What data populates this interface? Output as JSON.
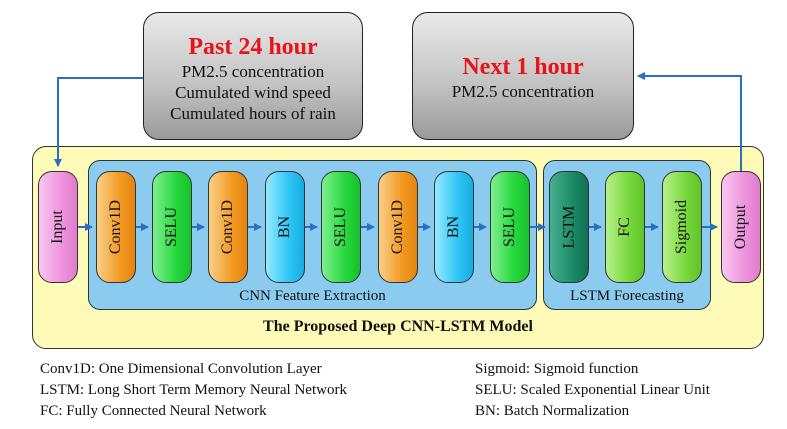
{
  "input_box": {
    "title": "Past 24 hour",
    "lines": [
      "PM2.5 concentration",
      "Cumulated wind speed",
      "Cumulated hours of rain"
    ]
  },
  "output_box": {
    "title": "Next 1 hour",
    "lines": [
      "PM2.5 concentration"
    ]
  },
  "model": {
    "title": "The Proposed Deep CNN-LSTM Model",
    "cnn_region_label": "CNN Feature Extraction",
    "lstm_region_label": "LSTM Forecasting",
    "layers": [
      {
        "label": "Input",
        "kind": "io"
      },
      {
        "label": "Conv1D",
        "kind": "conv"
      },
      {
        "label": "SELU",
        "kind": "selu"
      },
      {
        "label": "Conv1D",
        "kind": "conv"
      },
      {
        "label": "BN",
        "kind": "bn"
      },
      {
        "label": "SELU",
        "kind": "selu"
      },
      {
        "label": "Conv1D",
        "kind": "conv"
      },
      {
        "label": "BN",
        "kind": "bn"
      },
      {
        "label": "SELU",
        "kind": "selu"
      },
      {
        "label": "LSTM",
        "kind": "lstm"
      },
      {
        "label": "FC",
        "kind": "fc"
      },
      {
        "label": "Sigmoid",
        "kind": "fc"
      },
      {
        "label": "Output",
        "kind": "io"
      }
    ]
  },
  "legend": {
    "left": [
      "Conv1D: One Dimensional Convolution Layer",
      "LSTM: Long Short Term Memory Neural Network",
      "FC: Fully Connected Neural Network"
    ],
    "right": [
      "Sigmoid: Sigmoid function",
      "SELU: Scaled Exponential Linear Unit",
      "BN: Batch Normalization"
    ]
  },
  "colors": {
    "title_red": "#e8141b",
    "arrow_blue": "#2a6fc2",
    "model_background": "#fdfbb7",
    "region_blue": "#8ccbf0"
  }
}
